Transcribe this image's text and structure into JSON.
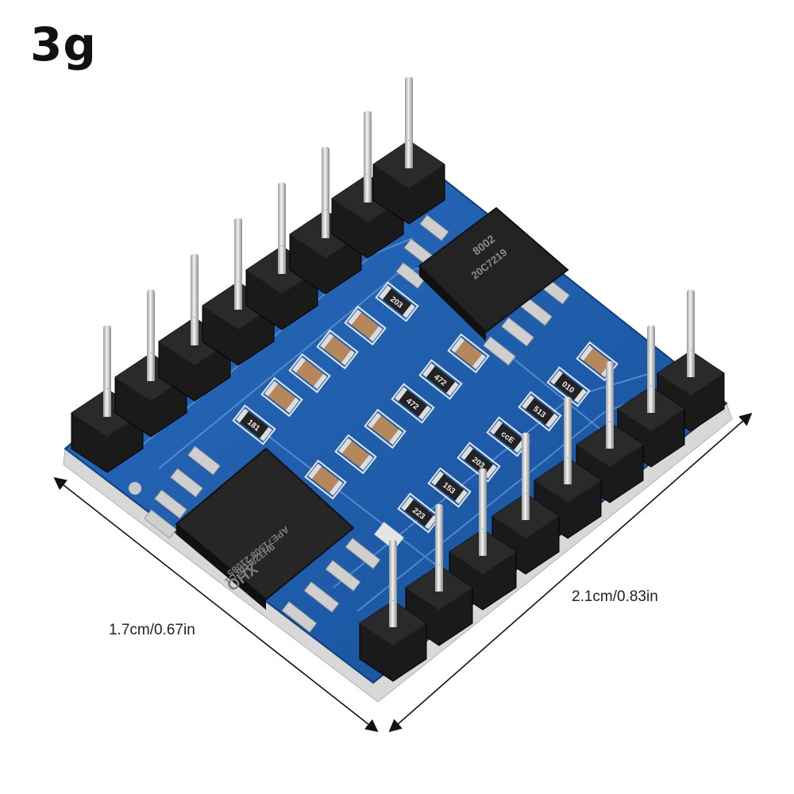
{
  "product": {
    "weight": "3g",
    "dimensions": {
      "width": "1.7cm/0.67in",
      "length": "2.1cm/0.83in"
    }
  },
  "board": {
    "colors": {
      "pcb": "#1f5fae",
      "pcb_dark": "#123f7c",
      "header": "#1a1a1a",
      "pin": "#d9d9d9",
      "chip": "#232323",
      "pad": "#e8e8e8",
      "capacitor": "#b7875c"
    },
    "chips": [
      {
        "name": "amplifier-chip",
        "markings": [
          "8002",
          "20C7219"
        ]
      },
      {
        "name": "mp3-decoder-chip",
        "markings": [
          "XHO",
          "9H328H16 C1",
          "APE71508 21085"
        ]
      }
    ],
    "resistor_markings": [
      "203",
      "472",
      "472",
      "181",
      "010",
      "513",
      "ccE",
      "203",
      "153",
      "223"
    ]
  }
}
